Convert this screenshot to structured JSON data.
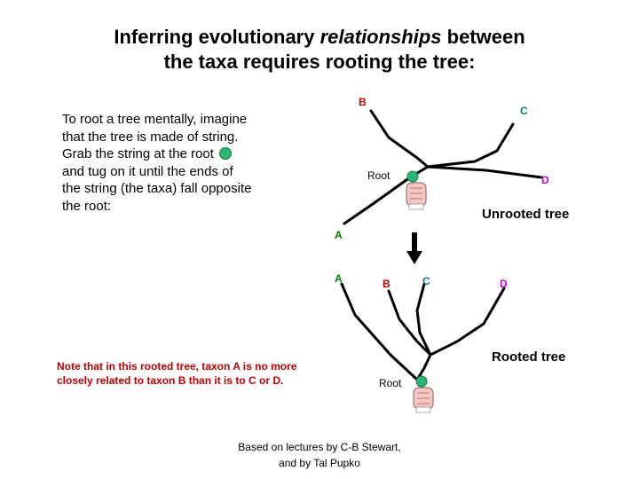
{
  "title": {
    "line1": "Inferring evolutionary ",
    "emphasis": "relationships",
    "line1_tail": " between",
    "line2": "the taxa requires rooting the tree:"
  },
  "instructions": {
    "before_dot": "To root a tree mentally, imagine that the tree is made of string.  Grab the string at the root",
    "after_dot": "and tug on it until the ends of the string (the taxa) fall opposite the root:"
  },
  "unrooted": {
    "labels": {
      "a": "A",
      "b": "B",
      "c": "C",
      "d": "D",
      "root": "Root"
    },
    "caption": "Unrooted tree"
  },
  "rooted": {
    "labels": {
      "a": "A",
      "b": "B",
      "c": "C",
      "d": "D",
      "root": "Root"
    },
    "caption": "Rooted tree"
  },
  "note": "Note that in this rooted tree, taxon A is no more closely related to taxon B than it is to C or D.",
  "credit": {
    "line1": "Based on lectures by C-B Stewart,",
    "line2": "and by Tal Pupko"
  },
  "colors": {
    "taxon_a": "#008000",
    "taxon_b": "#c00000",
    "taxon_c": "#008080",
    "taxon_d": "#cc00cc",
    "root_dot": "#2bb673",
    "note_text": "#c00000",
    "branch": "#000000"
  },
  "icons": {
    "root_marker": "green-dot",
    "hand": "grabbing-hand-icon",
    "transition": "down-arrow-icon"
  }
}
